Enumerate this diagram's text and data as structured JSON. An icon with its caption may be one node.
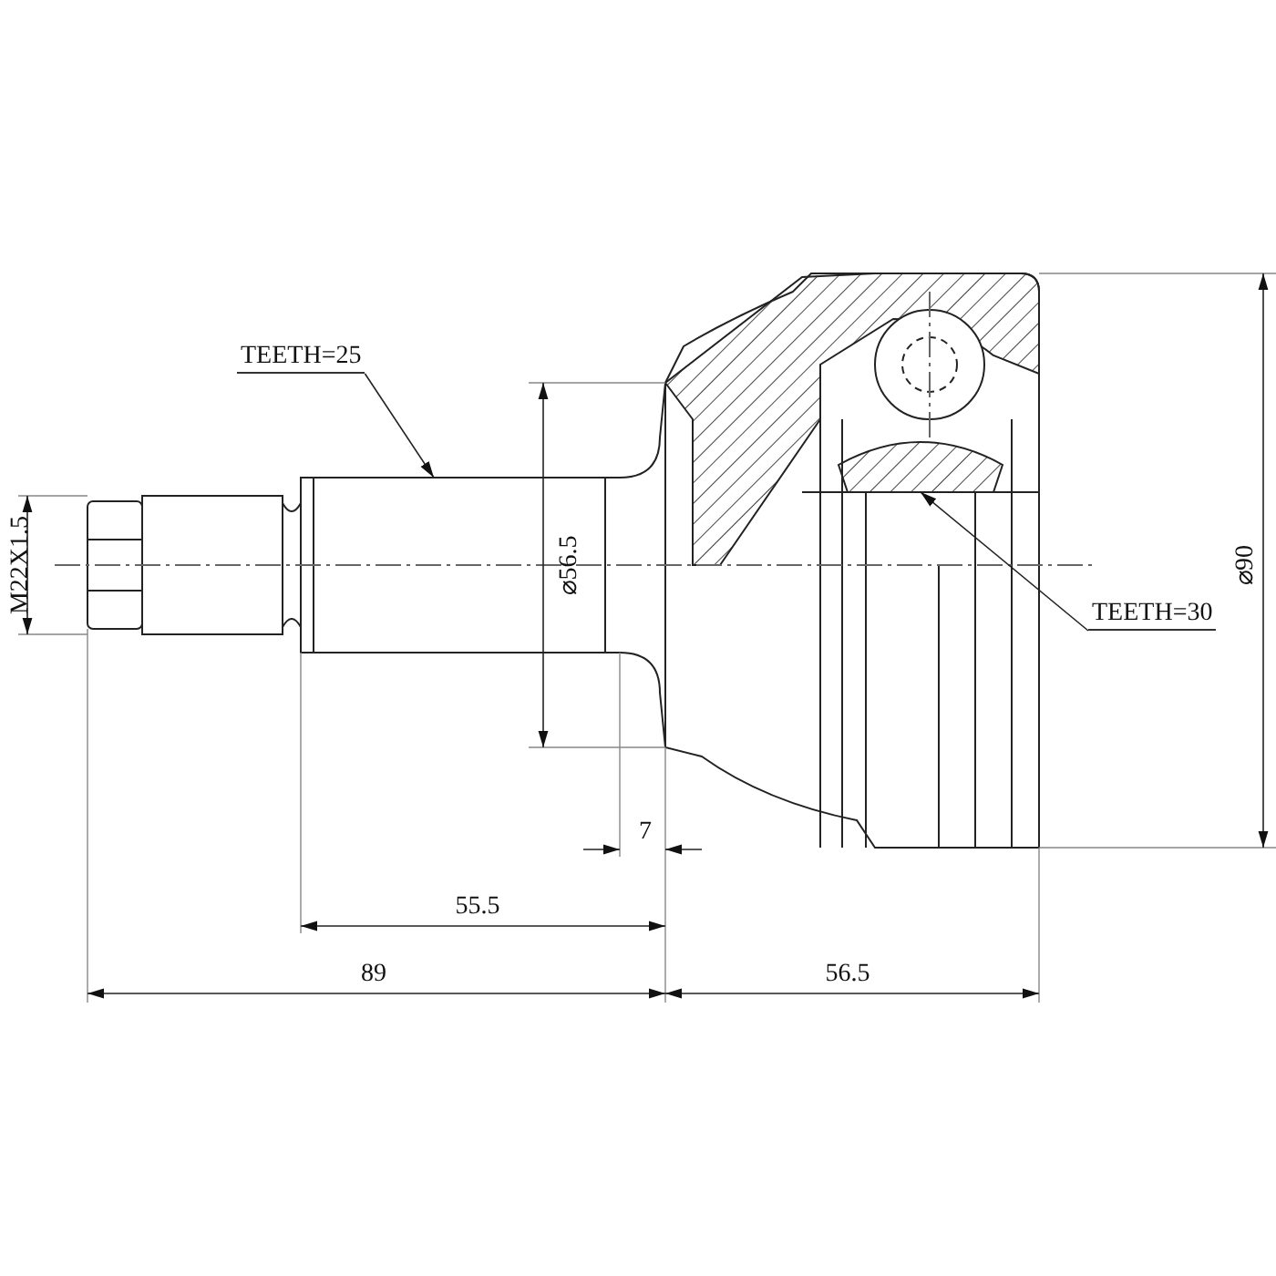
{
  "diagram": {
    "nodes": [
      {
        "text": [
          "TEETH=25"
        ]
      },
      {
        "text": [
          "TEETH=30"
        ]
      }
    ],
    "edges": [
      {
        "from": 0,
        "to": null,
        "arrow": "to"
      },
      {
        "from": 1,
        "to": null,
        "arrow": "to"
      }
    ],
    "labels": [
      "M22X1.5",
      "⌀56.5",
      "⌀90",
      "7",
      "55.5",
      "89",
      "56.5"
    ]
  }
}
